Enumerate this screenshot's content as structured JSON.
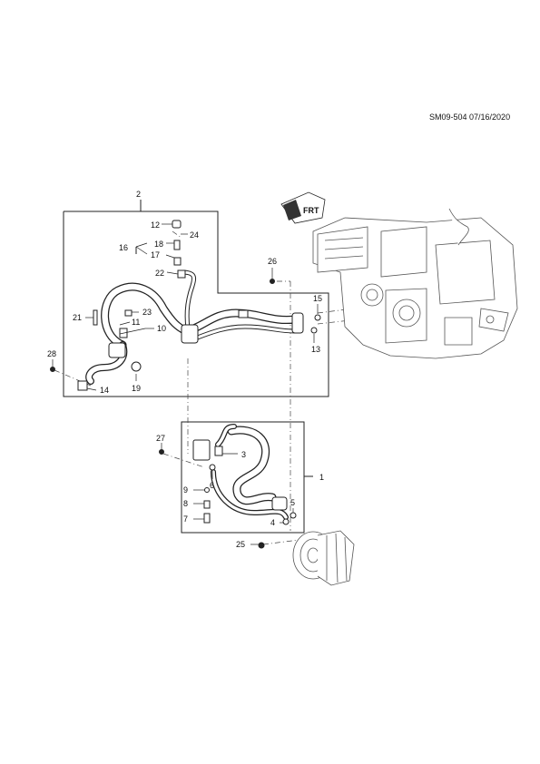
{
  "diagram": {
    "reference": "SM09-504 07/16/2020",
    "callouts": {
      "c1": "1",
      "c2": "2",
      "c3": "3",
      "c4": "4",
      "c5": "5",
      "c6": "6",
      "c7": "7",
      "c8": "8",
      "c9": "9",
      "c10": "10",
      "c11": "11",
      "c12": "12",
      "c13": "13",
      "c14": "14",
      "c15": "15",
      "c16": "16",
      "c17": "17",
      "c18": "18",
      "c19": "19",
      "c21": "21",
      "c22": "22",
      "c23": "23",
      "c24": "24",
      "c25": "25",
      "c26": "26",
      "c27": "27",
      "c28": "28"
    },
    "fwd_badge": "FRT"
  }
}
